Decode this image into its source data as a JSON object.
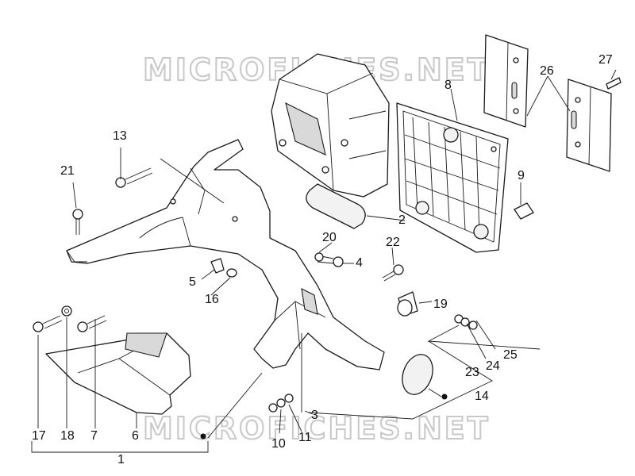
{
  "watermark": {
    "text": "MICROFICHES.NET"
  },
  "callouts": {
    "n1": "1",
    "n2": "2",
    "n3": "3",
    "n4": "4",
    "n5": "5",
    "n6": "6",
    "n7": "7",
    "n8": "8",
    "n9": "9",
    "n10": "10",
    "n11": "11",
    "n12": "",
    "n13": "13",
    "n14": "14",
    "n16": "16",
    "n17": "17",
    "n18": "18",
    "n19": "19",
    "n20": "20",
    "n21": "21",
    "n22": "22",
    "n23": "23",
    "n24": "24",
    "n25": "25",
    "n26": "26",
    "n27": "27"
  }
}
